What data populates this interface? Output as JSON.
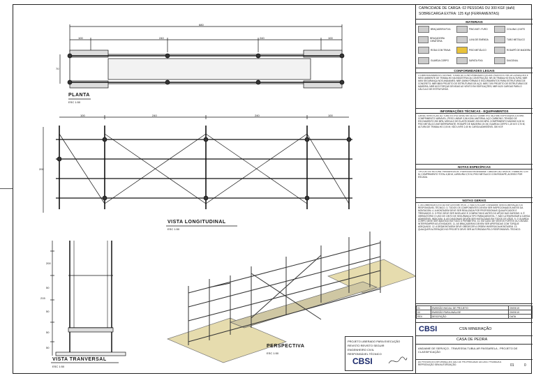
{
  "plan": {
    "title": "PLANTA",
    "scale": "ESC 1:50",
    "dims": [
      "100",
      "240",
      "240",
      "100"
    ],
    "total": "680",
    "width": "70"
  },
  "elevation": {
    "title": "VISTA LONGITUDINAL",
    "scale": "ESC 1:50",
    "dims": [
      "100",
      "240",
      "240",
      "100"
    ],
    "height": "200"
  },
  "transversal": {
    "title": "VISTA TRANVERSAL",
    "scale": "ESC 1:50",
    "dims": [
      "200",
      "50",
      "50",
      "50",
      "50",
      "215"
    ]
  },
  "perspective": {
    "title": "PERSPECTIVA",
    "scale": "ESC 1:50"
  },
  "stamp": {
    "lines": [
      "PROJETO LIBERADO PARA EXECUÇÃO",
      "REVISTO REVISTO SEGUIR",
      "ENGENHEIRO CIVIL",
      "RESPONSÁVEL TÉCNICO"
    ],
    "brand": "CBSI"
  },
  "panel": {
    "capacity": "CAPACIDADE DE CARGA: 02 PESSOAS OU 300 KGF (daN)",
    "overload": "SOBRECARGA EXTRA: 125 Kgf (FERRAMENTAS)",
    "materials_title": "MATERIAIS",
    "materials": [
      "BRAÇADEIRA FIXA",
      "PINO ANTI. FURO",
      "COLUNA 1,5 MTS",
      "BRAÇADEIRA GIRATÓRIA",
      "LUVA DE EMENDA",
      "TUBO METÁLICO",
      "RODA COM TRAVA",
      "PISO METÁLICO",
      "RODAPÉ DE MADEIRA",
      "GUARDA CORPO",
      "SAPATA FIXA",
      "DIAGONAL"
    ],
    "legal_title": "CONFORMIDADES LEGAIS",
    "legal_text": "O DIMENSIONAMENTO ATENDE TODAS AS CONFORMIDADES LEGAIS VIGENTES: NR-18 CONDIÇÕES E MEIO AMBIENTE DE TRABALHO NA INDÚSTRIA DA CONSTRUÇÃO; NR-35 TRABALHO EM ALTURA; NBR 6494 SEGURANÇA NOS ANDAIMES; NBR 15696 FÔRMAS E ESCORAMENTOS PARA ESTRUTURAS DE CONCRETO; NBR 8800 PROJETO DE ESTRUTURAS DE AÇO; NBR 7190 PROJETO DE ESTRUTURAS DE MADEIRA; NBR 6123 FORÇAS DEVIDAS AO VENTO EM EDIFICAÇÕES; NBR 6120 CARGAS PARA O CÁLCULO DE ESTRUTURAS.",
    "tech_title": "INFORMAÇÕES TÉCNICAS - EQUIPAMENTOS",
    "tech_text": "CARACTERÍSTICAS DO TUBO ESTRUTURAL METÁLICO: DIÂMETRO 48,3 MM; ESPESSURA 3,00 MM; COMPRIMENTO VARIÁVEL; PESO LINEAR 3,56 KG/M; MATERIAL AÇO CARBONO; TENSÃO DE ESCOAMENTO 250 MPA; MÓDULO DE ELASTICIDADE 200.000 MPA; COMPRIMENTO MÁXIMO 6,00 M; PISO METÁLICO ANTIDERRAPANTE; RODAPÉ DE MADEIRA 15 CM; GUARDA CORPO 1,20 M E 0,70 M; ALTURA DE TRABALHO 2,00 M; VÃO LIVRE 2,40 M; CARGA ADMISSÍVEL 300 KGF.",
    "specific_title": "NOTAS ESPECÍFICAS",
    "specific_text": "TIPO DE ESTRUTURA: PASSARELA DE TRAVESSIA EM ANDAIME TUBULAR; ALTURA DE TRABALHO 2,00 M; COMPRIMENTO TOTAL 6,80 M; LARGURA 0,70 M; PISO METÁLICO COM RODAPÉ; ACESSO POR ESCADA.",
    "general_title": "NOTAS GERAIS",
    "general_text": "1. AS DIMENSÕES ESTÃO EM CENTÍMETROS. 2. NÃO UTILIZAR O ANDAIME SEM A LIBERAÇÃO DO RESPONSÁVEL TÉCNICO. 3. TODOS OS COMPONENTES DEVEM SER INSPECIONADOS ANTES DA MONTAGEM. 4. A MONTAGEM DEVE SER REALIZADA POR PROFISSIONAIS QUALIFICADOS E TREINADOS. 5. O PISO DEVE SER NIVELADO E COMPACTADO ANTES DO APOIO DAS SAPATAS. 6. É OBRIGATÓRIO O USO DE CINTO DE SEGURANÇA TIPO PARAQUEDISTA. 7. NÃO ULTRAPASSAR A CARGA ADMISSÍVEL INDICADA. 8. AS DIAGONAIS DEVEM SER INSTALADAS EM TODOS OS VÃOS. 9. O GUARDA CORPO DEVE SER MANTIDO EM TODO O PERÍMETRO. 10. EM CASO DE VENTOS FORTES OU CHUVAS INTERROMPER AS ATIVIDADES. 11. AS BRAÇADEIRAS DEVEM SER APERTADAS COM TORQUE ADEQUADO. 12. A DESMONTAGEM DEVE OBEDECER A ORDEM INVERSA DA MONTAGEM. 13. QUALQUER ALTERAÇÃO NO PROJETO DEVE SER AUTORIZADA PELO RESPONSÁVEL TÉCNICO.",
    "rev_headers": [
      "REV",
      "DESCRIÇÃO",
      "DATA"
    ],
    "rev_rows": [
      [
        "01",
        "EMISSÃO INICIAL DE PROJETO",
        "09/09/19"
      ],
      [
        "00",
        "EMISSÃO PARA ANÁLISE",
        "09/09/19"
      ]
    ],
    "client_brand": "CBSI",
    "client": "CSN MINERAÇÃO",
    "project": "CASA DE PEDRA",
    "description": "ANDAIME DE SERVIÇO - TRAVESSIA TUBULAR PASSARELA - PROJETO DE CLASSIFICAÇÃO",
    "footer": "AS PRESENTES INFORMAÇÕES SÃO DE PROPRIEDADE DA CBSI. PROIBIDA A REPRODUÇÃO SEM AUTORIZAÇÃO.",
    "sheet": "01",
    "rev_no": "0"
  }
}
